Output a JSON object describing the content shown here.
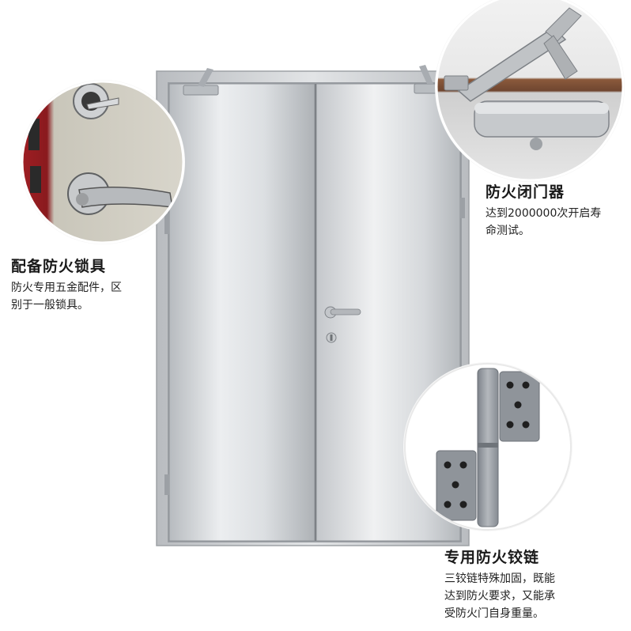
{
  "features": {
    "lock": {
      "title": "配备防火锁具",
      "desc_lines": [
        "防火专用五金配件，区",
        "别于一般锁具。"
      ]
    },
    "closer": {
      "title": "防火闭门器",
      "desc_lines": [
        "达到2000000次开启寿",
        "命测试。"
      ]
    },
    "hinge": {
      "title": "专用防火铰链",
      "desc_lines": [
        "三铰链特殊加固，既能",
        "达到防火要求，又能承",
        "受防火门自身重量。"
      ]
    }
  },
  "colors": {
    "steel_light": "#e6e8ea",
    "steel_dark": "#a9adb1",
    "frame": "#c9ccd0",
    "wall_red": "#b0272b",
    "hinge_gray": "#8f949a"
  }
}
